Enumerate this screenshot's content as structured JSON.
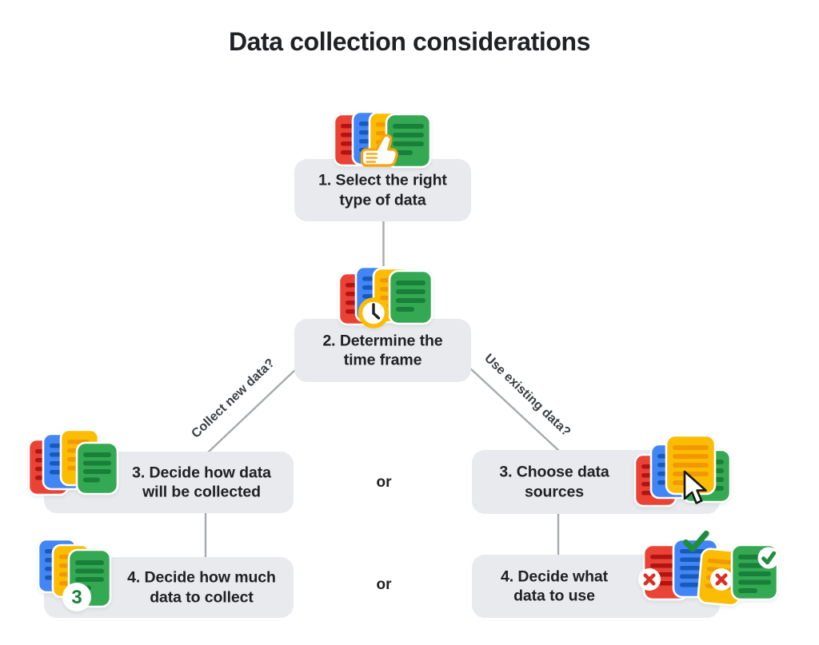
{
  "title": "Data collection considerations",
  "steps": [
    {
      "label": "1. Select the right\ntype of data"
    },
    {
      "label": "2. Determine the\ntime frame"
    },
    {
      "label": "3. Decide how data\nwill be collected"
    },
    {
      "label": "4. Decide how much\ndata to collect"
    },
    {
      "label": "3. Choose data\nsources"
    },
    {
      "label": "4. Decide what\ndata to use"
    }
  ],
  "branch_labels": {
    "left": "Collect new data?",
    "right": "Use existing data?"
  },
  "or_labels": [
    "or",
    "or"
  ],
  "badge_count": "3",
  "icons": {
    "step1": "documents-thumbs-up-icon",
    "step2": "documents-clock-icon",
    "step3_left": "documents-stack-icon",
    "step4_left": "documents-count-badge-icon",
    "step3_right": "documents-cursor-icon",
    "step4_right": "documents-approve-reject-icon"
  },
  "colors": {
    "doc_red": "#EA4335",
    "doc_blue": "#4285F4",
    "doc_yellow": "#FBBC04",
    "doc_green": "#34A853",
    "box_background": "#E8EAED",
    "connector_gray": "#A6AAAF",
    "text_dark": "#202124",
    "badge_green": "#188038",
    "reject_red": "#D93025",
    "approve_green": "#1E8E3E"
  }
}
